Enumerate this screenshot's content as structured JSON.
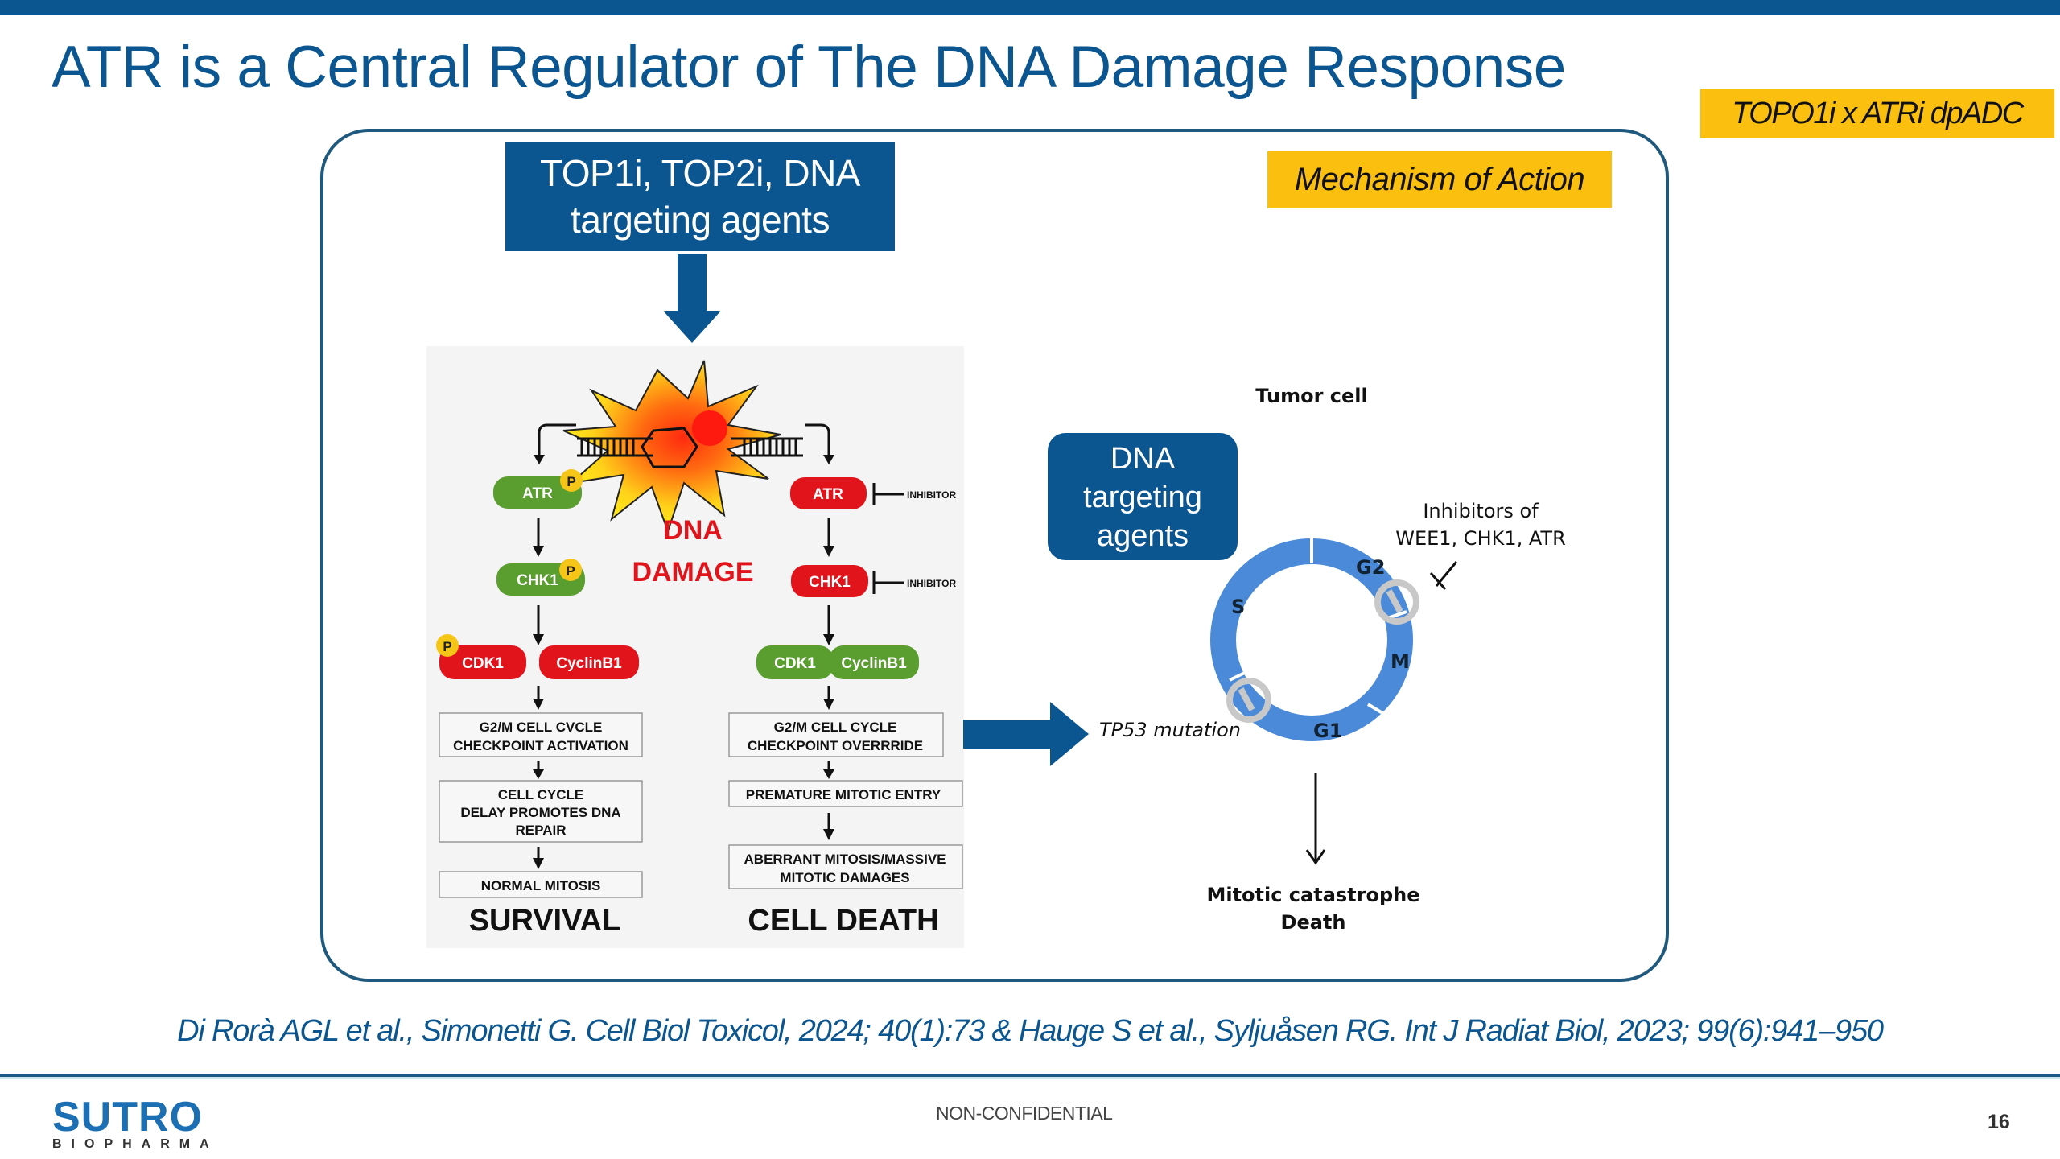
{
  "slide": {
    "title": "ATR is a Central Regulator of The DNA Damage Response",
    "badge": "TOPO1i x ATRi dpADC",
    "mechanism_label": "Mechanism of Action",
    "agents_box": {
      "line1": "TOP1i, TOP2i, DNA",
      "line2": "targeting agents"
    },
    "citation": "Di Rorà AGL et al., Simonetti G. Cell Biol Toxicol, 2024; 40(1):73 & Hauge S et al., Syljuåsen RG. Int J Radiat Biol, 2023; 99(6):941–950",
    "confidentiality": "NON-CONFIDENTIAL",
    "page_number": "16",
    "logo": {
      "name": "SUTRO",
      "sub": "BIOPHARMA"
    },
    "colors": {
      "brand_blue": "#0b5690",
      "badge_yellow": "#fbbf10",
      "ring_blue": "#4a8ad8",
      "green": "#5a9e2f",
      "red": "#e2141b"
    }
  },
  "left_diagram": {
    "center_label": {
      "line1": "DNA",
      "line2": "DAMAGE"
    },
    "survival_path": {
      "nodes": [
        "ATR",
        "CHK1",
        "CDK1",
        "CyclinB1"
      ],
      "phospho_label": "P",
      "steps": [
        {
          "line1": "G2/M CELL CVCLE",
          "line2": "CHECKPOINT ACTIVATION"
        },
        {
          "line1": "CELL CYCLE",
          "line2": "DELAY PROMOTES  DNA",
          "line3": "REPAIR"
        },
        {
          "line1": "NORMAL MITOSIS"
        }
      ],
      "outcome": "SURVIVAL"
    },
    "death_path": {
      "nodes": [
        "ATR",
        "CHK1",
        "CDK1",
        "CyclinB1"
      ],
      "inhibitor_label": "INHIBITOR",
      "steps": [
        {
          "line1": "G2/M CELL CYCLE",
          "line2": "CHECKPOINT OVERRRIDE"
        },
        {
          "line1": "PREMATURE MITOTIC ENTRY"
        },
        {
          "line1": "ABERRANT MITOSIS/MASSIVE",
          "line2": "MITOTIC DAMAGES"
        }
      ],
      "outcome": "CELL DEATH"
    }
  },
  "right_diagram": {
    "title": "Tumor cell",
    "agents_box": {
      "line1": "DNA",
      "line2": "targeting",
      "line3": "agents"
    },
    "phases": [
      "S",
      "G2",
      "M",
      "G1"
    ],
    "inhibitors": {
      "line1": "Inhibitors of",
      "line2": "WEE1, CHK1, ATR"
    },
    "mutation": "TP53 mutation",
    "outcome": {
      "line1": "Mitotic catastrophe",
      "line2": "Death"
    }
  }
}
